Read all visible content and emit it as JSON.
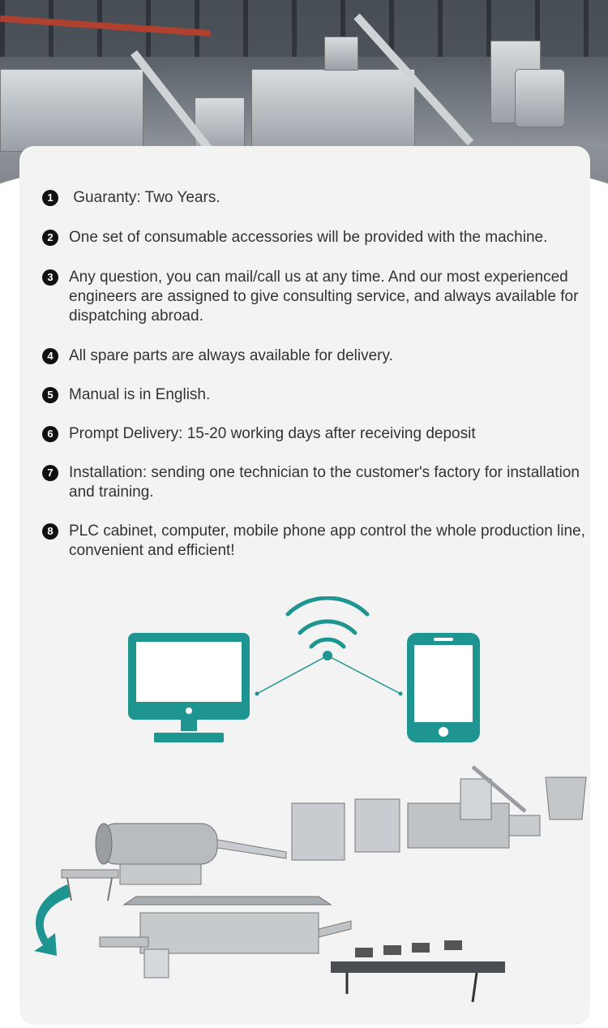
{
  "hero": {
    "image": "factory-production-line-photo"
  },
  "service_list": [
    {
      "number": "1",
      "text": " Guaranty: Two Years."
    },
    {
      "number": "2",
      "text": "One set of consumable accessories will be provided with the machine."
    },
    {
      "number": "3",
      "text": "Any question, you can mail/call us at any time. And our most experienced engineers are assigned to give consulting service, and always available for dispatching abroad."
    },
    {
      "number": "4",
      "text": "All spare parts are always available for delivery."
    },
    {
      "number": "5",
      "text": "Manual is in English."
    },
    {
      "number": "6",
      "text": "Prompt Delivery: 15-20 working days after receiving deposit"
    },
    {
      "number": "7",
      "text": "Installation: sending one technician to the customer's factory for installation and training."
    },
    {
      "number": "8",
      "text": "PLC cabinet, computer, mobile phone app control the whole production line, convenient and efficient!"
    }
  ],
  "illustration": {
    "icons": [
      "computer-monitor-icon",
      "wifi-signal-icon",
      "mobile-phone-icon"
    ],
    "accent_color": "#1e9590"
  },
  "production_line": {
    "image": "production-line-machines-illustration",
    "arrow_color": "#1e9590"
  },
  "colors": {
    "card_background": "#f3f3f3",
    "text": "#333333",
    "badge": "#111111"
  }
}
